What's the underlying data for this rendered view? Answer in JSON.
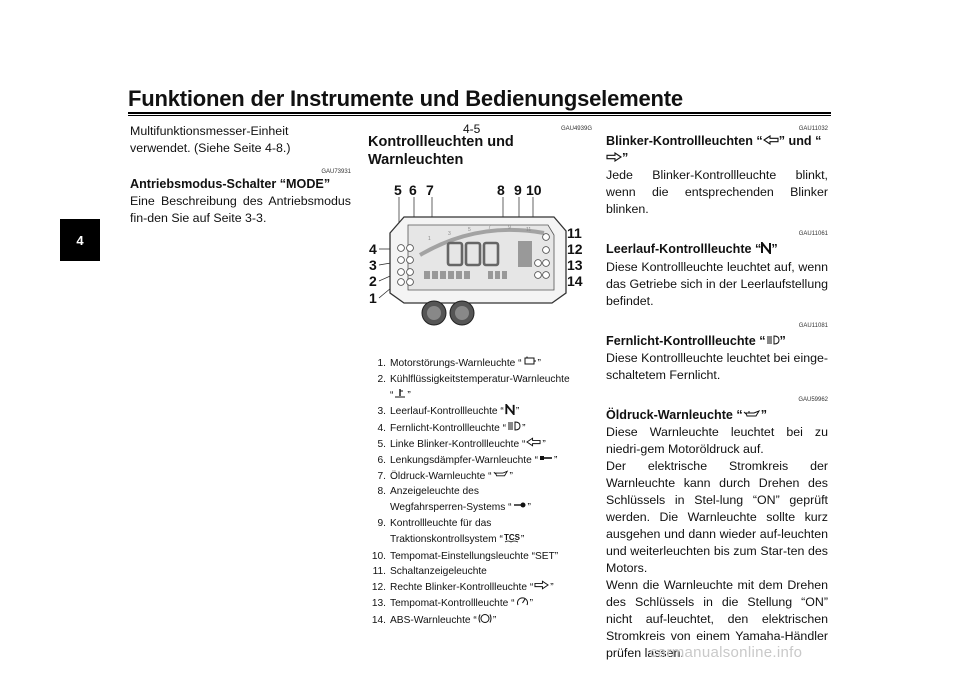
{
  "header": {
    "title": "Funktionen der Instrumente und Bedienungselemente",
    "page_number": "4-5",
    "chapter": "4"
  },
  "left": {
    "intro": "Multifunktionsmesser-Einheit verwendet. (Siehe Seite 4-8.)",
    "code1": "GAU73931",
    "heading1": "Antriebsmodus-Schalter “MODE”",
    "text1": "Eine Beschreibung des Antriebsmodus fin-den Sie auf Seite 3-3."
  },
  "middle": {
    "code": "GAU4939G",
    "heading_line1": "Kontrollleuchten und",
    "heading_line2": "Warnleuchten",
    "callouts": {
      "c5": "5",
      "c6": "6",
      "c7": "7",
      "c8": "8",
      "c9": "9",
      "c10": "10",
      "c11": "11",
      "c12": "12",
      "c13": "13",
      "c14": "14",
      "c4": "4",
      "c3": "3",
      "c2": "2",
      "c1": "1"
    },
    "legend": [
      {
        "n": "1.",
        "text": "Motorstörungs-Warnleuchte “",
        "icon": "engine-icon",
        "after": "”"
      },
      {
        "n": "2.",
        "text": "Kühlflüssigkeitstemperatur-Warnleuchte",
        "icon": "",
        "after": ""
      },
      {
        "n": "",
        "text": "“",
        "icon": "coolant-temperature-icon",
        "after": "”"
      },
      {
        "n": "3.",
        "text": "Leerlauf-Kontrollleuchte “",
        "icon": "neutral-icon",
        "after": "”"
      },
      {
        "n": "4.",
        "text": "Fernlicht-Kontrollleuchte “",
        "icon": "high-beam-icon",
        "after": "”"
      },
      {
        "n": "5.",
        "text": "Linke Blinker-Kontrollleuchte “",
        "icon": "left-turn-arrow-icon",
        "after": "”"
      },
      {
        "n": "6.",
        "text": "Lenkungsdämpfer-Warnleuchte “",
        "icon": "steering-damper-icon",
        "after": "”"
      },
      {
        "n": "7.",
        "text": "Öldruck-Warnleuchte “",
        "icon": "oil-can-icon",
        "after": "”"
      },
      {
        "n": "8.",
        "text": "Anzeigeleuchte des",
        "icon": "",
        "after": ""
      },
      {
        "n": "",
        "text": "Wegfahrsperren-Systems “",
        "icon": "key-icon",
        "after": "”"
      },
      {
        "n": "9.",
        "text": "Kontrollleuchte für das",
        "icon": "",
        "after": ""
      },
      {
        "n": "",
        "text": "Traktionskontrollsystem “",
        "icon": "tcs-icon",
        "after": "”"
      },
      {
        "n": "10.",
        "text": "Tempomat-Einstellungsleuchte “SET”",
        "icon": "",
        "after": ""
      },
      {
        "n": "11.",
        "text": "Schaltanzeigeleuchte",
        "icon": "",
        "after": ""
      },
      {
        "n": "12.",
        "text": "Rechte Blinker-Kontrollleuchte “",
        "icon": "right-turn-arrow-icon",
        "after": "”"
      },
      {
        "n": "13.",
        "text": "Tempomat-Kontrollleuchte “",
        "icon": "cruise-control-icon",
        "after": "”"
      },
      {
        "n": "14.",
        "text": "ABS-Warnleuchte “",
        "icon": "abs-icon",
        "after": "”"
      }
    ]
  },
  "right": {
    "code1": "GAU11032",
    "heading1_a": "Blinker-Kontrollleuchten “",
    "heading1_b": "” und “",
    "heading1_c": "”",
    "text1": "Jede Blinker-Kontrollleuchte blinkt, wenn die entsprechenden Blinker blinken.",
    "code2": "GAU11061",
    "heading2_a": "Leerlauf-Kontrollleuchte “",
    "heading2_b": "”",
    "text2": "Diese Kontrollleuchte leuchtet auf, wenn das Getriebe sich in der Leerlaufstellung befindet.",
    "code3": "GAU11081",
    "heading3_a": "Fernlicht-Kontrollleuchte “",
    "heading3_b": "”",
    "text3": "Diese Kontrollleuchte leuchtet bei einge-schaltetem Fernlicht.",
    "code4": "GAU59962",
    "heading4_a": "Öldruck-Warnleuchte “",
    "heading4_b": "”",
    "text4a": "Diese Warnleuchte leuchtet bei zu niedri-gem Motoröldruck auf.",
    "text4b": "Der elektrische Stromkreis der Warnleuchte kann durch Drehen des Schlüssels in Stel-lung “ON” geprüft werden. Die Warnleuchte sollte kurz ausgehen und dann wieder auf-leuchten und weiterleuchten bis zum Star-ten des Motors.",
    "text4c": "Wenn die Warnleuchte mit dem Drehen des Schlüssels in die Stellung “ON” nicht auf-leuchtet, den elektrischen Stromkreis von einem Yamaha-Händler prüfen lassen."
  },
  "watermark": "carmanualsonline.info"
}
